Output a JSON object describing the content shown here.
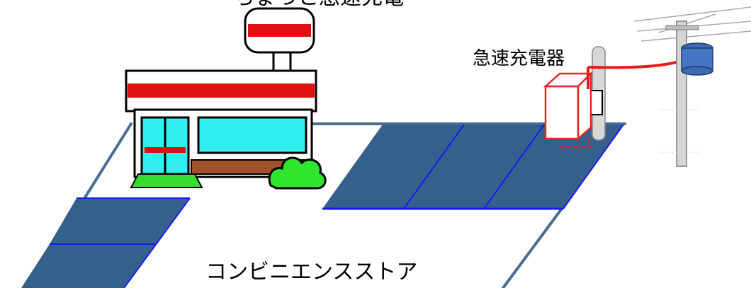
{
  "labels": {
    "top_caption": "ちょっと急速充電",
    "charger": "急速充電器",
    "store": "コンビニエンスストア"
  },
  "colors": {
    "parking_fill": "#36608c",
    "parking_line": "#1a1aee",
    "lot_outline": "#4a6d92",
    "store_red": "#dd1111",
    "glass": "#33eeee",
    "grass": "#33dd33",
    "shrub": "#2fe62f",
    "charger_red": "#ee2222",
    "cable_red": "#e81c1c",
    "pole_gray": "#d6d6d6",
    "transformer_blue": "#4476c4"
  },
  "icons": {
    "store": "convenience-store-icon",
    "charger": "quick-charger-icon",
    "utility_pole": "utility-pole-icon",
    "shrub": "shrub-icon"
  }
}
